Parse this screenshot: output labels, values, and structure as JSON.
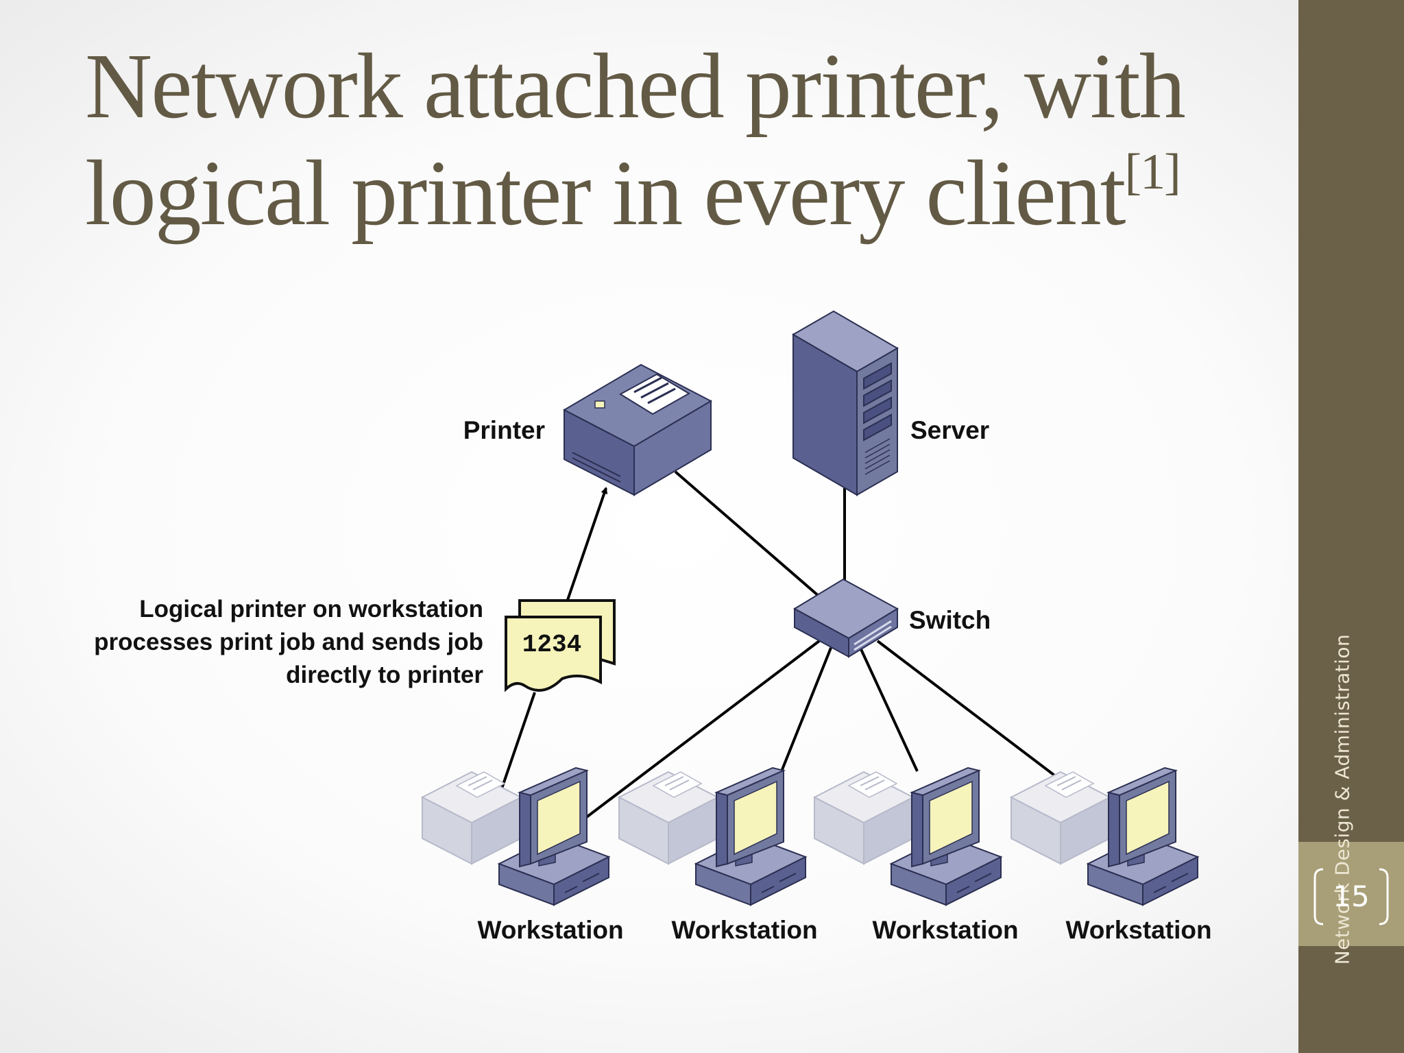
{
  "slide": {
    "title_line1": "Network attached printer, with",
    "title_line2": "logical printer in every client",
    "title_ref": "[1]",
    "footer": "Network Design & Administration",
    "page_number": "15"
  },
  "diagram": {
    "labels": {
      "printer": "Printer",
      "server": "Server",
      "switch": "Switch"
    },
    "workstations": [
      "Workstation",
      "Workstation",
      "Workstation",
      "Workstation"
    ],
    "note_lines": [
      "Logical printer on workstation",
      "processes print job and sends job",
      "directly to printer"
    ],
    "print_job_label": "1234"
  },
  "colors": {
    "sidebar": "#6b6048",
    "sidebar_band": "#a89f78",
    "title": "#635a45",
    "device": "#737aa0",
    "screen": "#f6f3bb"
  }
}
